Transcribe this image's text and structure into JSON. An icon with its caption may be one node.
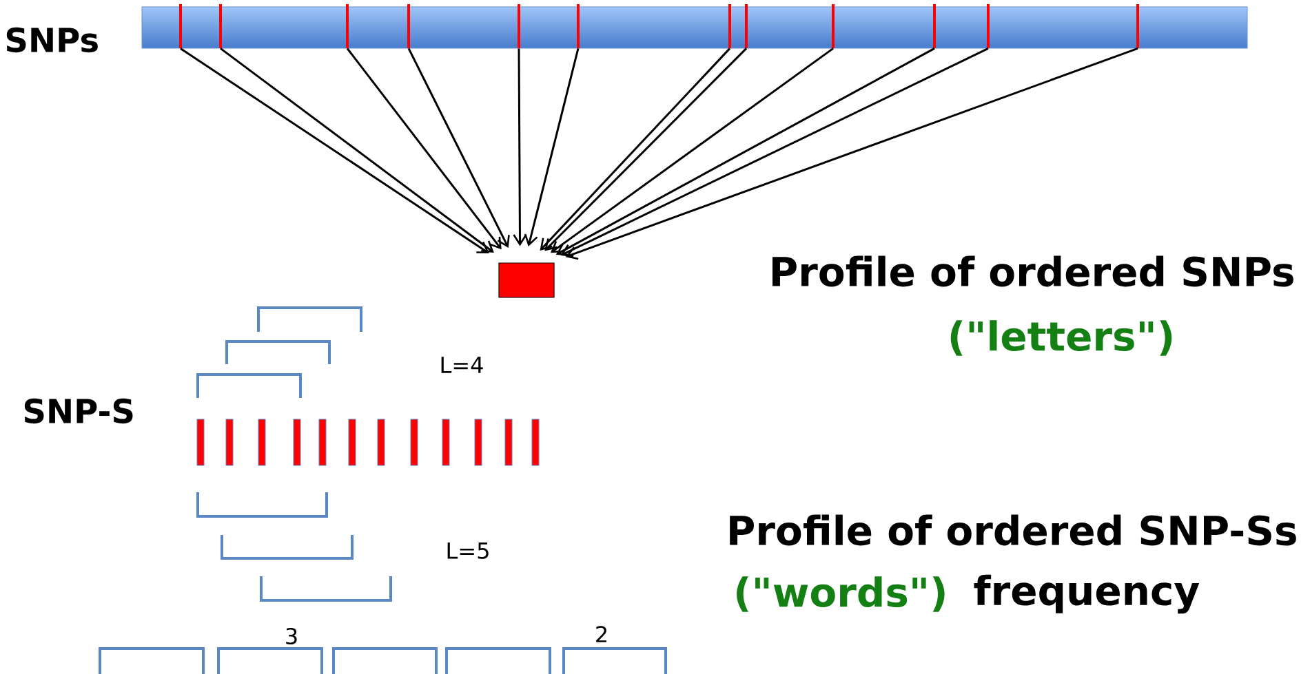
{
  "diagram": {
    "nodes": [
      {
        "text": [
          "SNPs"
        ]
      },
      {
        "text": [],
        "shape": "bar",
        "in": 0
      },
      {
        "text": [],
        "shape": "bar",
        "in": 0
      },
      {
        "text": [],
        "shape": "bar",
        "in": 0
      },
      {
        "text": [],
        "shape": "bar",
        "in": 0
      },
      {
        "text": [],
        "shape": "bar",
        "in": 0
      },
      {
        "text": [],
        "shape": "bar",
        "in": 0
      },
      {
        "text": [],
        "shape": "bar",
        "in": 0
      },
      {
        "text": [],
        "shape": "bar",
        "in": 0
      },
      {
        "text": [],
        "shape": "bar",
        "in": 0
      },
      {
        "text": [],
        "shape": "bar",
        "in": 0
      },
      {
        "text": [],
        "shape": "bar",
        "in": 0
      },
      {
        "text": [],
        "shape": "bar",
        "in": 0
      },
      {
        "text": [],
        "shape": "box"
      }
    ],
    "edges": [
      {
        "from": 1,
        "to": 13,
        "arrow": "to"
      },
      {
        "from": 2,
        "to": 13,
        "arrow": "to"
      },
      {
        "from": 3,
        "to": 13,
        "arrow": "to"
      },
      {
        "from": 4,
        "to": 13,
        "arrow": "to"
      },
      {
        "from": 5,
        "to": 13,
        "arrow": "to"
      },
      {
        "from": 6,
        "to": 13,
        "arrow": "to"
      },
      {
        "from": 7,
        "to": 13,
        "arrow": "to"
      },
      {
        "from": 8,
        "to": 13,
        "arrow": "to"
      },
      {
        "from": 9,
        "to": 13,
        "arrow": "to"
      },
      {
        "from": 10,
        "to": 13,
        "arrow": "to"
      },
      {
        "from": 11,
        "to": 13,
        "arrow": "to"
      },
      {
        "from": 12,
        "to": 13,
        "arrow": "to"
      }
    ],
    "labels": [
      "Profile of ordered SNPs",
      "(\"letters\")",
      "L=4",
      "SNP-S",
      "Profile of ordered SNP-Ss",
      "L=5",
      "(\"words\")",
      "frequency",
      "3",
      "2"
    ]
  }
}
